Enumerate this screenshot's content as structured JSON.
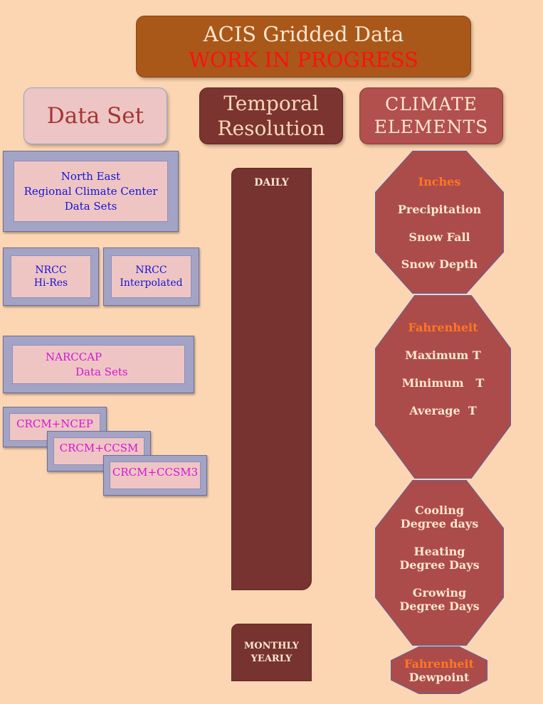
{
  "title": {
    "line1": "ACIS Gridded Data",
    "line2": "WORK IN PROGRESS"
  },
  "headers": {
    "data_set": "Data Set",
    "temporal_line1": "Temporal",
    "temporal_line2": "Resolution",
    "climate_line1": "CLIMATE",
    "climate_line2": "ELEMENTS"
  },
  "data_sets": {
    "northeast": [
      "North East",
      "Regional Climate Center",
      "Data Sets"
    ],
    "nrcc_hires": [
      "NRCC",
      "Hi-Res"
    ],
    "nrcc_interp": [
      "NRCC",
      "Interpolated"
    ],
    "narccap": [
      "NARCCAP",
      "Data Sets"
    ],
    "crcm_ncep": "CRCM+NCEP",
    "crcm_ccsm": "CRCM+CCSM",
    "crcm_ccsm3": "CRCM+CCSM3"
  },
  "temporal": {
    "daily": "DAILY",
    "monthly": "MONTHLY",
    "yearly": "YEARLY"
  },
  "climate": {
    "group1_unit": "Inches",
    "group1_items": [
      "Precipitation",
      "Snow Fall",
      "Snow Depth"
    ],
    "group2_unit": "Fahrenheit",
    "group2_items": [
      "Maximum T",
      "Minimum   T",
      "Average  T"
    ],
    "group3_items": [
      [
        "Cooling",
        "Degree days"
      ],
      [
        "Heating",
        "Degree Days"
      ],
      [
        "Growing",
        "Degree Days"
      ]
    ],
    "group4_unit": "Fahrenheit",
    "group4_item": "Dewpoint"
  },
  "colors": {
    "background": "#fcd6b2",
    "title_banner": "#a9581a",
    "title_alert": "#ff1010",
    "temporal": "#773330",
    "climate": "#ac4c4a",
    "unit_text": "#ff7722",
    "dataset_text_blue": "#1313d6",
    "dataset_text_magenta": "#d514d5"
  }
}
